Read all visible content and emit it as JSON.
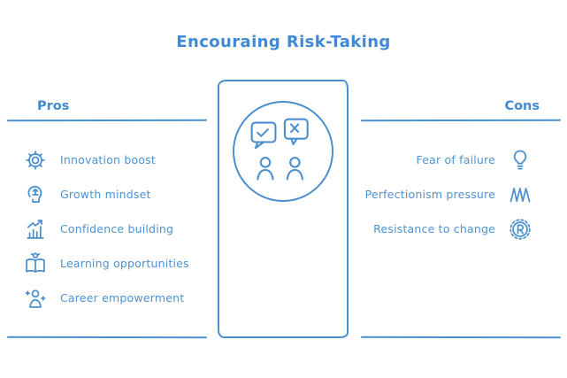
{
  "title": "Encouraing Risk-Taking",
  "accent_color": "#4a8fce",
  "pros": {
    "header": "Pros",
    "items": [
      {
        "icon": "gear-innovation-icon",
        "label": "Innovation boost"
      },
      {
        "icon": "growth-mindset-icon",
        "label": "Growth mindset"
      },
      {
        "icon": "confidence-chart-icon",
        "label": "Confidence building"
      },
      {
        "icon": "learning-book-icon",
        "label": "Learning opportunities"
      },
      {
        "icon": "career-person-icon",
        "label": "Career empowerment"
      }
    ]
  },
  "cons": {
    "header": "Cons",
    "items": [
      {
        "icon": "lightbulb-icon",
        "label": "Fear of failure"
      },
      {
        "icon": "scribble-icon",
        "label": "Perfectionism pressure"
      },
      {
        "icon": "resistance-badge-icon",
        "label": "Resistance to change"
      }
    ]
  },
  "center": {
    "check_bubble_icon": "check-bubble-icon",
    "x_bubble_icon": "x-bubble-icon",
    "left_person_icon": "person-icon",
    "right_person_icon": "person-icon"
  }
}
